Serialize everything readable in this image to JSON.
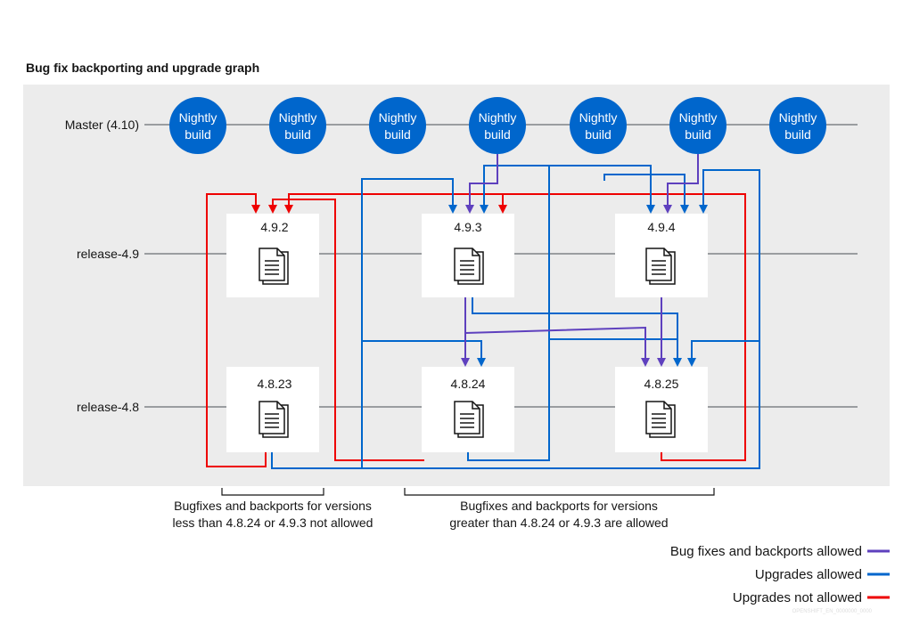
{
  "title": "Bug fix backporting and upgrade graph",
  "lanes": {
    "master": "Master (4.10)",
    "release49": "release-4.9",
    "release48": "release-4.8"
  },
  "nightly": [
    [
      "Nightly",
      "build"
    ],
    [
      "Nightly",
      "build"
    ],
    [
      "Nightly",
      "build"
    ],
    [
      "Nightly",
      "build"
    ],
    [
      "Nightly",
      "build"
    ],
    [
      "Nightly",
      "build"
    ],
    [
      "Nightly",
      "build"
    ]
  ],
  "versions": {
    "v492": "4.9.2",
    "v493": "4.9.3",
    "v494": "4.9.4",
    "v4823": "4.8.23",
    "v4824": "4.8.24",
    "v4825": "4.8.25"
  },
  "notes": {
    "left_line1": "Bugfixes and backports for versions",
    "left_line2": "less than 4.8.24 or 4.9.3 not allowed",
    "right_line1": "Bugfixes and backports for versions",
    "right_line2": "greater than 4.8.24 or 4.9.3 are allowed"
  },
  "legend": {
    "backports": "Bug fixes and backports allowed",
    "upgrades": "Upgrades allowed",
    "not_allowed": "Upgrades not allowed"
  },
  "watermark": "OPENSHIFT_EN_0000000_0000",
  "colors": {
    "panel": "#ececec",
    "node": "#0066cc",
    "purple": "#5e40be",
    "blue": "#0066cc",
    "red": "#ee0000",
    "lane_line": "#6a6e73",
    "text": "#151515"
  }
}
